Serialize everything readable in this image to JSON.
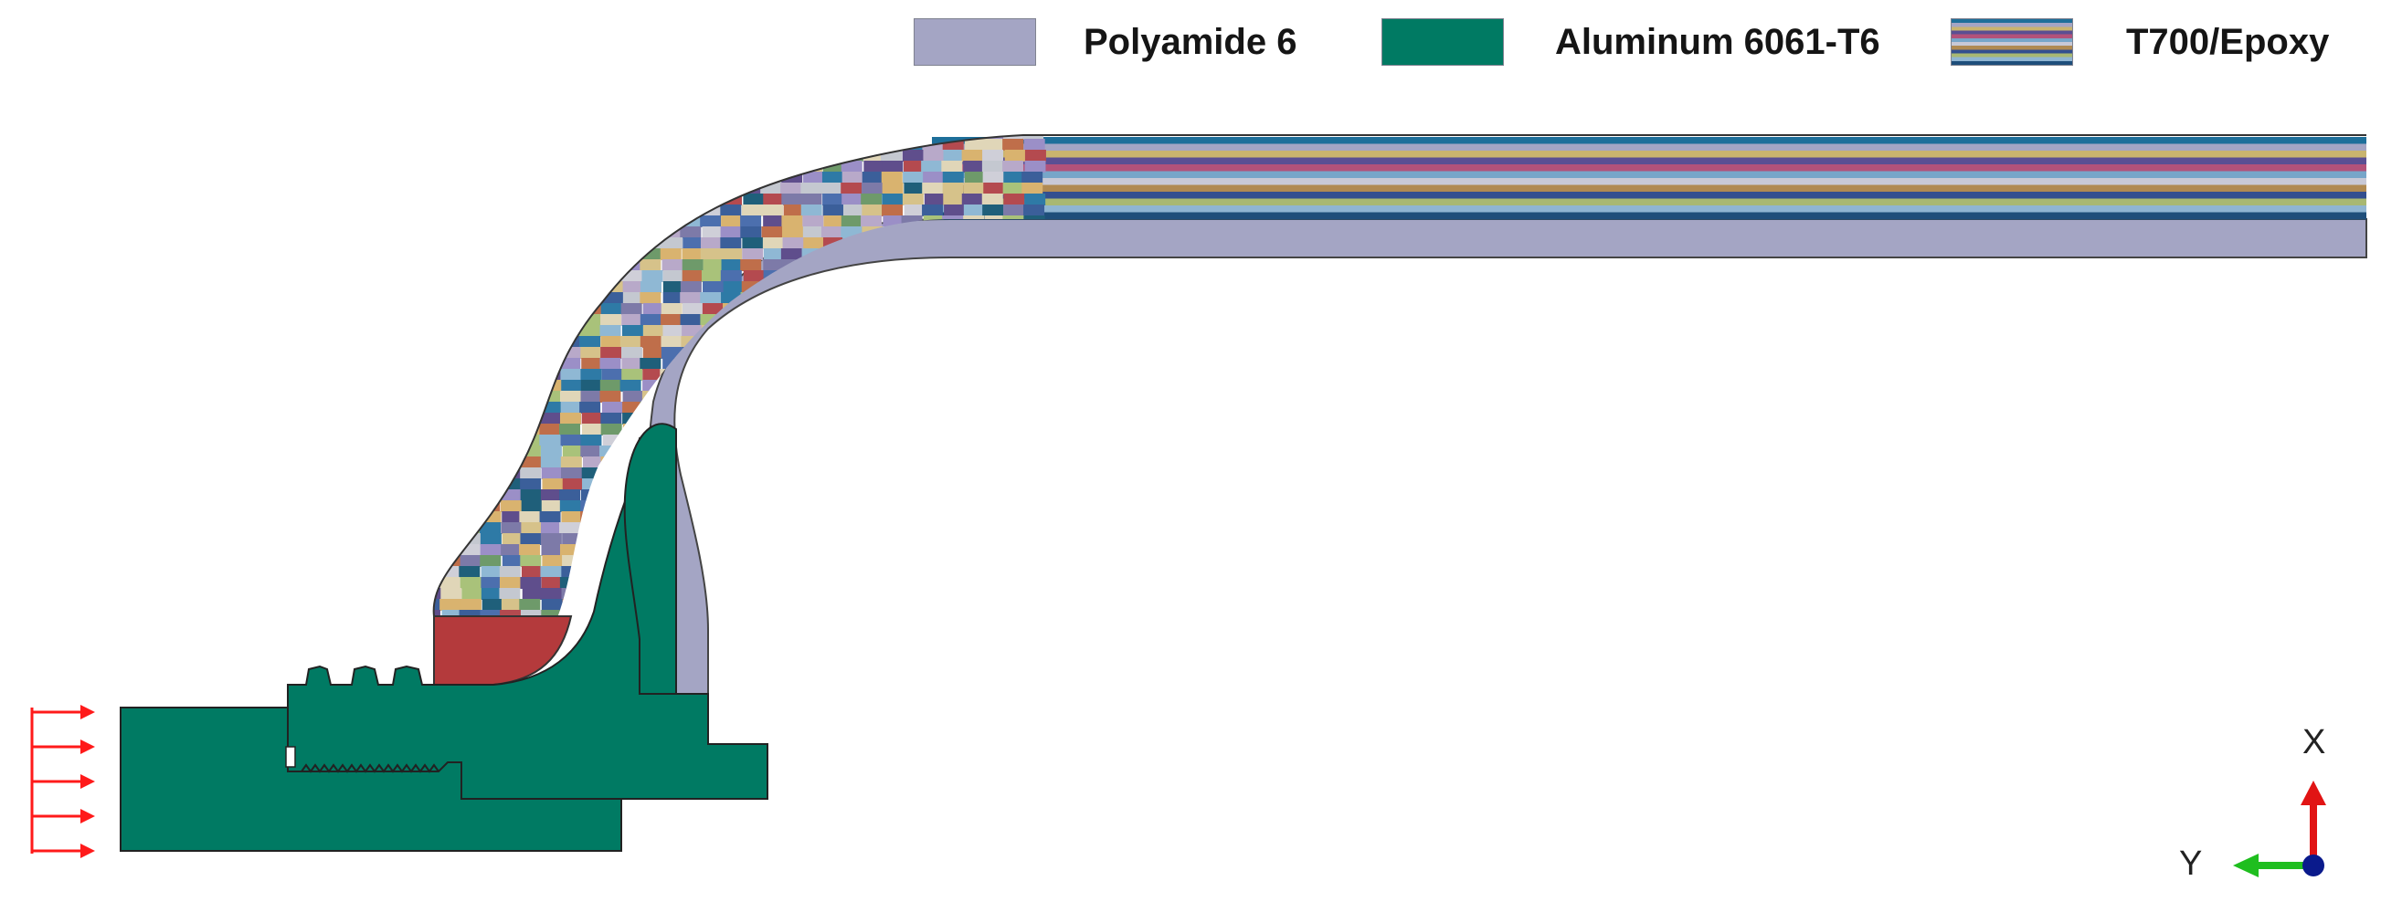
{
  "legend": {
    "items": [
      {
        "label": "Polyamide 6",
        "color": "#a4a5c4"
      },
      {
        "label": "Aluminum 6061-T6",
        "color": "#007a63"
      },
      {
        "label": "T700/Epoxy",
        "pattern": "striped"
      }
    ]
  },
  "materials": {
    "polyamide_color": "#a4a5c4",
    "aluminum_color": "#007a63",
    "red_block_color": "#b43a3c",
    "composite_palette": [
      "#2e7aa6",
      "#b8a9c9",
      "#8fb8d4",
      "#d6c28a",
      "#3b5f9a",
      "#c4c8d0",
      "#b44a4f",
      "#6e9a6a",
      "#d9b36f",
      "#4c6fae",
      "#9b8fc7",
      "#1f5f7a",
      "#e0d6b8",
      "#7d7aa8",
      "#a9c27a",
      "#bf6e4a",
      "#5f4e8c",
      "#cfcfd8"
    ],
    "stripe_colors": [
      "#1e6f9a",
      "#a4a5c4",
      "#c9b46e",
      "#5a4f93",
      "#b2527a",
      "#77a6c9",
      "#c8c9d6",
      "#b08a52",
      "#334f8f",
      "#a8b872",
      "#8fb5d2",
      "#1e4e7a"
    ]
  },
  "axes": {
    "x_label": "X",
    "y_label": "Y",
    "x_arrow_color": "#e11414",
    "y_arrow_color": "#1fbe1f",
    "origin_color": "#0a1a8c"
  },
  "load_arrows": {
    "count": 5,
    "color": "#ff1a1a"
  }
}
